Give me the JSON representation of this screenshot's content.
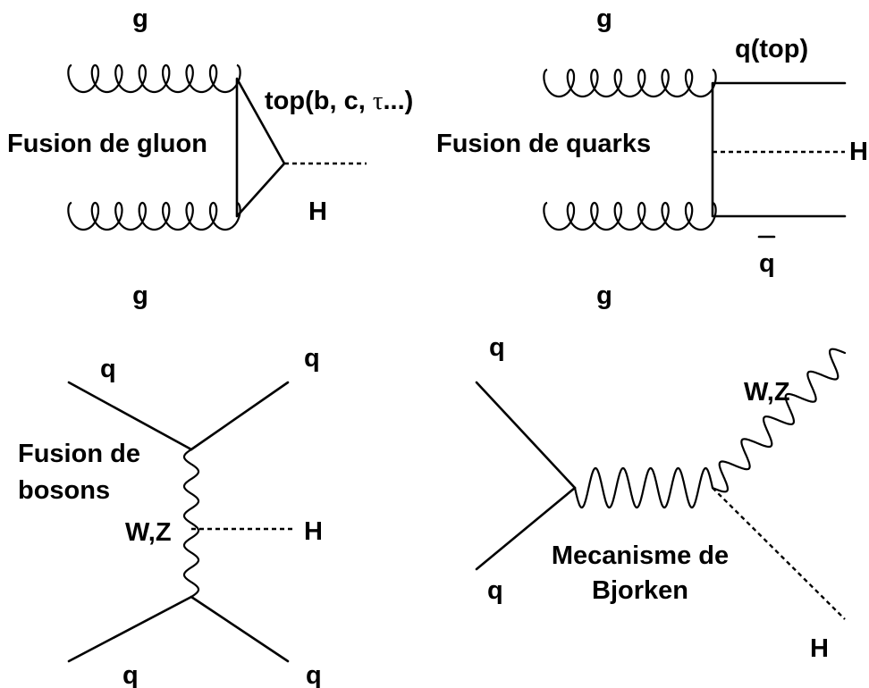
{
  "gluon_fusion": {
    "title": "Fusion de gluon",
    "gluon_top": "g",
    "gluon_bottom": "g",
    "loop_label": "top(b, c, ",
    "loop_label_tau": "τ",
    "loop_label_end": "...)",
    "higgs": "H"
  },
  "quark_fusion": {
    "title": "Fusion de quarks",
    "gluon_top": "g",
    "gluon_bottom": "g",
    "quark_out": "q(top)",
    "antiquark_out": "q",
    "higgs": "H"
  },
  "boson_fusion": {
    "title_line1": "Fusion de",
    "title_line2": "bosons",
    "q_in_top": "q",
    "q_out_top": "q",
    "q_in_bottom": "q",
    "q_out_bottom": "q",
    "boson": "W,Z",
    "higgs": "H"
  },
  "bjorken": {
    "title_line1": "Mecanisme de",
    "title_line2": "Bjorken",
    "q_in_top": "q",
    "q_in_bottom": "q",
    "boson_out": "W,Z",
    "higgs": "H"
  }
}
